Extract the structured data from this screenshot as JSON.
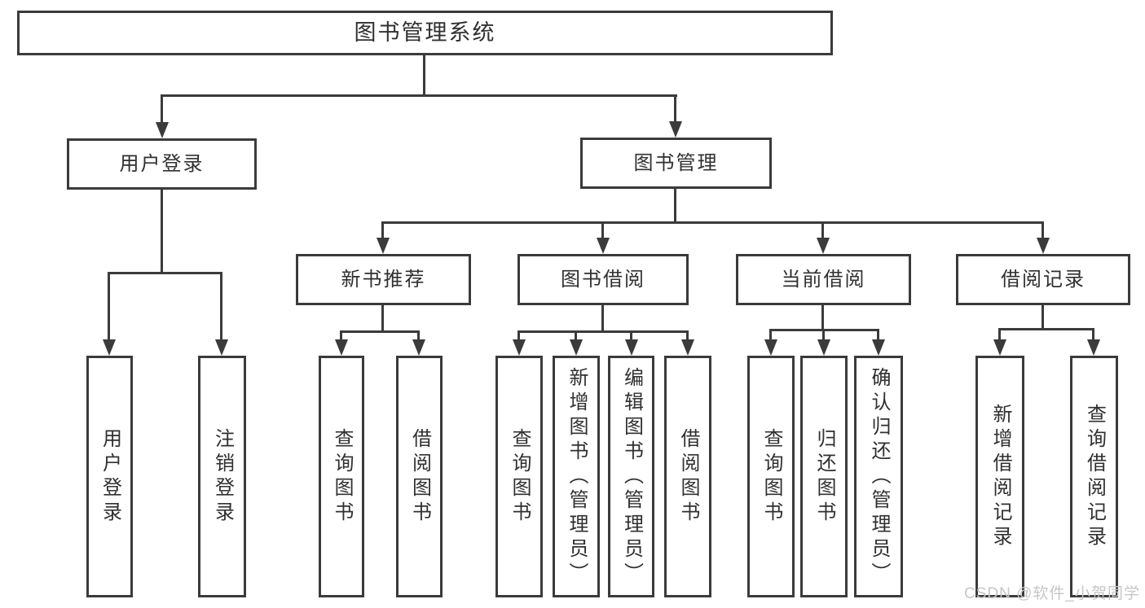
{
  "watermark": "CSDN @软件_小贺同学",
  "nodes": {
    "root": "图书管理系统",
    "user_login": "用户登录",
    "book_mgmt": "图书管理",
    "new_book_rec": "新书推荐",
    "book_borrow": "图书借阅",
    "current_borrow": "当前借阅",
    "borrow_records": "借阅记录",
    "leaf_user_login": "用户登录",
    "leaf_logout": "注销登录",
    "rec_query_books": "查询图书",
    "rec_borrow_books": "借阅图书",
    "bb_query_books": "查询图书",
    "bb_add_books": "新增图书（管理员）",
    "bb_edit_books": "编辑图书（管理员）",
    "bb_borrow_books": "借阅图书",
    "cb_query_books": "查询图书",
    "cb_return_books": "归还图书",
    "cb_confirm_return": "确认归还（管理员）",
    "br_add_record": "新增借阅记录",
    "br_query_record": "查询借阅记录"
  }
}
